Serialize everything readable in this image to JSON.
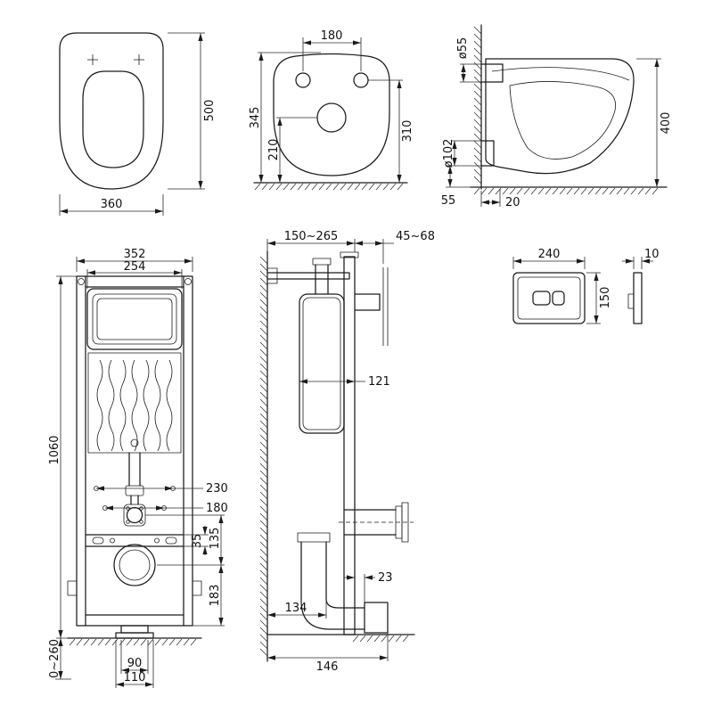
{
  "page": {
    "background": "#ffffff",
    "line_color": "#1b1b1b"
  },
  "drawing": {
    "bowl_top": {
      "width": "360",
      "depth": "500"
    },
    "bowl_underside": {
      "hole_spacing": "180",
      "overall_depth": "345",
      "drain_offset": "210",
      "hole_offset": "310"
    },
    "bowl_side": {
      "inlet_diameter": "ø55",
      "outlet_diameter": "ø102",
      "height": "400",
      "outlet_drop": "55",
      "wall_offset": "20"
    },
    "frame_front": {
      "frame_width": "352",
      "cistern_width": "254",
      "frame_height": "1060",
      "bolt_spacing": "230",
      "pipe_spacing": "180",
      "flange_offset": "135",
      "crossbar_height": "35",
      "drain_height": "183",
      "leg_range": "0~260",
      "foot_width": "90",
      "foot_base_width": "110"
    },
    "frame_side": {
      "depth_range": "150~265",
      "plate_depth_range": "45~68",
      "cistern_depth": "121",
      "socket_offset": "23",
      "pipe_wall_distance": "134",
      "outlet_distance": "146"
    },
    "flush_plate": {
      "width": "240",
      "height": "150",
      "thickness": "10"
    }
  }
}
